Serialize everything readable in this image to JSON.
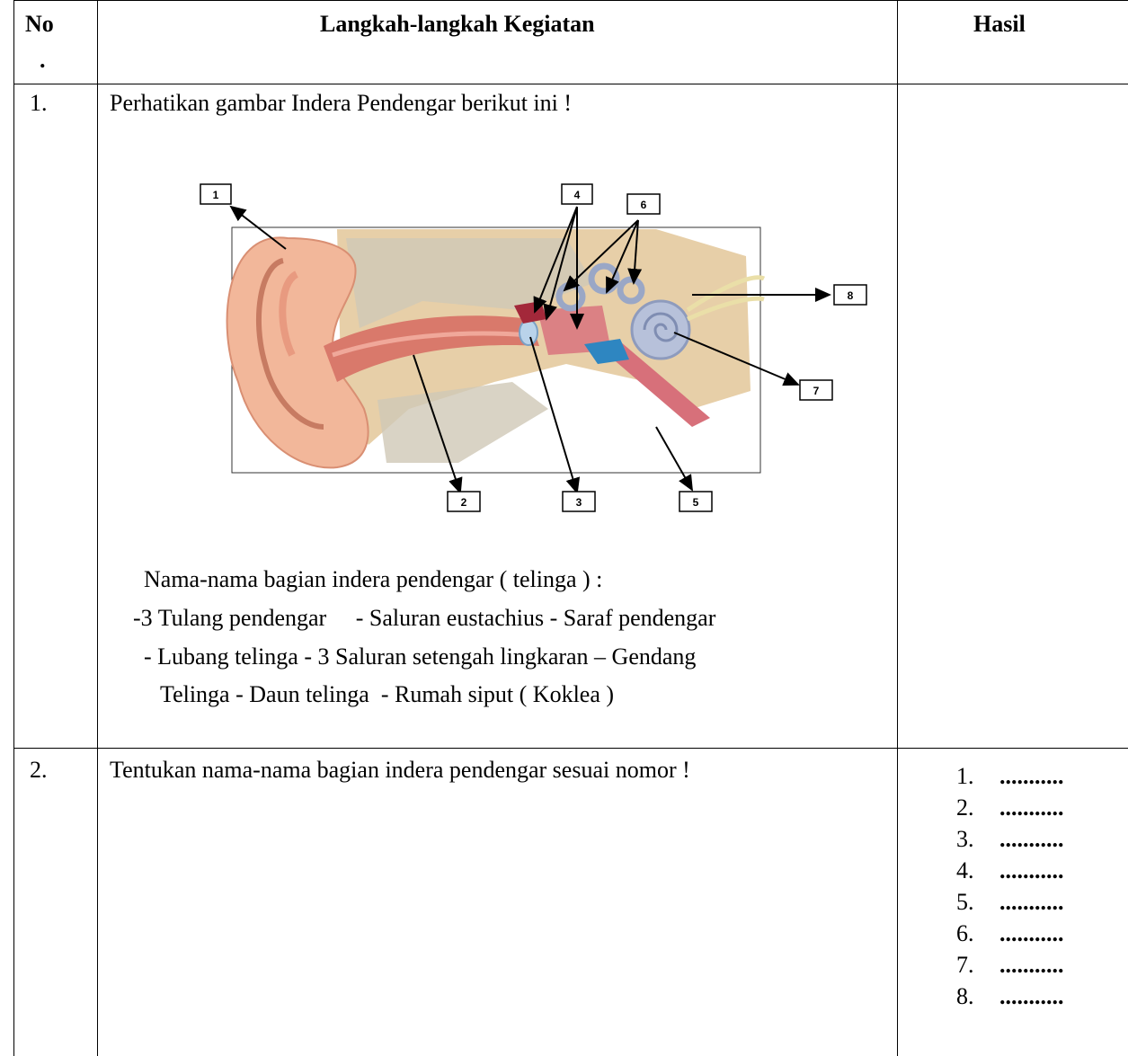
{
  "table": {
    "header": {
      "no_label_line1": "No",
      "no_label_line2": ".",
      "activity_label": "Langkah-langkah Kegiatan",
      "result_label": "Hasil"
    },
    "rows": [
      {
        "number": "1.",
        "instruction": "Perhatikan gambar Indera Pendengar berikut ini !",
        "parts_heading": "Nama-nama bagian indera pendengar ( telinga ) :",
        "parts_lines": [
          "-3 Tulang pendengar     - Saluran eustachius - Saraf pendengar",
          "- Lubang telinga - 3 Saluran setengah lingkaran – Gendang",
          "Telinga - Daun telinga  - Rumah siput ( Koklea )"
        ]
      },
      {
        "number": "2.",
        "instruction": "Tentukan nama-nama bagian indera pendengar sesuai nomor !",
        "answers": [
          {
            "num": "1.",
            "blank": "..........."
          },
          {
            "num": "2.",
            "blank": "..........."
          },
          {
            "num": "3.",
            "blank": "..........."
          },
          {
            "num": "4.",
            "blank": "..........."
          },
          {
            "num": "5.",
            "blank": "..........."
          },
          {
            "num": "6.",
            "blank": "..........."
          },
          {
            "num": "7.",
            "blank": "..........."
          },
          {
            "num": "8.",
            "blank": "..........."
          }
        ]
      }
    ]
  },
  "diagram": {
    "labels": [
      "1",
      "2",
      "3",
      "4",
      "5",
      "6",
      "7",
      "8"
    ]
  }
}
